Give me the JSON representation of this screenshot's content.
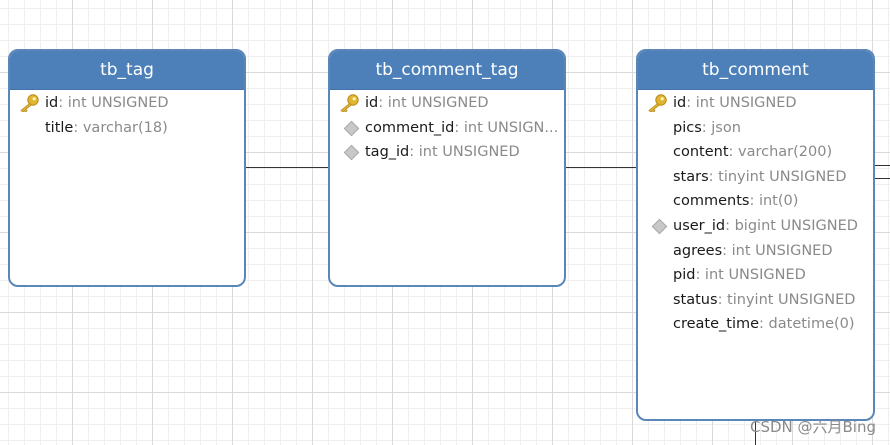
{
  "entities": [
    {
      "title": "tb_tag",
      "fields": [
        {
          "name": "id",
          "type": ": int UNSIGNED",
          "key": "primary"
        },
        {
          "name": "title",
          "type": ": varchar(18)",
          "key": "none"
        }
      ]
    },
    {
      "title": "tb_comment_tag",
      "fields": [
        {
          "name": "id",
          "type": ": int UNSIGNED",
          "key": "primary"
        },
        {
          "name": "comment_id",
          "type": ": int UNSIGN...",
          "key": "foreign"
        },
        {
          "name": "tag_id",
          "type": ": int UNSIGNED",
          "key": "foreign"
        }
      ]
    },
    {
      "title": "tb_comment",
      "fields": [
        {
          "name": "id",
          "type": ": int UNSIGNED",
          "key": "primary"
        },
        {
          "name": "pics",
          "type": ": json",
          "key": "none"
        },
        {
          "name": "content",
          "type": ": varchar(200)",
          "key": "none"
        },
        {
          "name": "stars",
          "type": ": tinyint UNSIGNED",
          "key": "none"
        },
        {
          "name": "comments",
          "type": ": int(0)",
          "key": "none"
        },
        {
          "name": "user_id",
          "type": ": bigint UNSIGNED",
          "key": "foreign"
        },
        {
          "name": "agrees",
          "type": ": int UNSIGNED",
          "key": "none"
        },
        {
          "name": "pid",
          "type": ": int UNSIGNED",
          "key": "none"
        },
        {
          "name": "status",
          "type": ": tinyint UNSIGNED",
          "key": "none"
        },
        {
          "name": "create_time",
          "type": ": datetime(0)",
          "key": "none"
        }
      ]
    }
  ],
  "icons": {
    "primary": "key-icon",
    "foreign": "foreign-key-diamond-icon"
  },
  "colors": {
    "header": "#4d80b9",
    "border": "#5a86b8",
    "field_type": "#8a8a8a",
    "key_gold": "#e2b531",
    "grid": "#d9d9d9"
  },
  "watermark": "CSDN @六月Bing"
}
